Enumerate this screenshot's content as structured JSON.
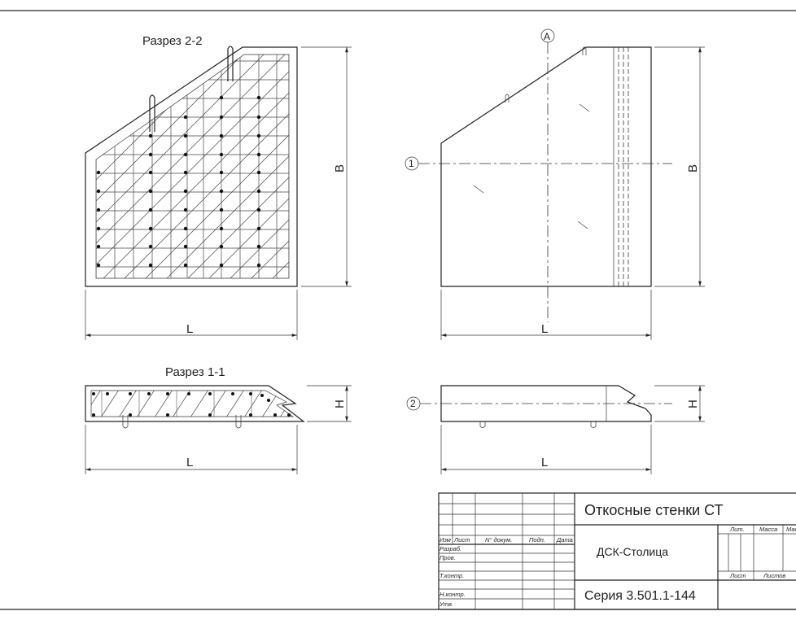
{
  "drawing": {
    "section_2_2_label": "Разрез 2-2",
    "section_1_1_label": "Разрез 1-1",
    "dimension_L": "L",
    "dimension_B": "B",
    "dimension_H": "H",
    "axis_A": "A",
    "axis_1": "1",
    "axis_2": "2"
  },
  "title_block": {
    "title": "Откосные стенки СТ",
    "organization": "ДСК-Столица",
    "series": "Серия 3.501.1-144",
    "col_izm": "Изм",
    "col_list": "Лист",
    "col_doc": "N° докум.",
    "col_sign": "Подп.",
    "col_date": "Дата",
    "row_razrab": "Разраб.",
    "row_prov": "Пров.",
    "row_tkontr": "Т.контр.",
    "row_nkontr": "Н.контр.",
    "row_utv": "Утв.",
    "lit": "Лит.",
    "mass": "Масса",
    "scale": "Масштаб",
    "sheet": "Лист",
    "sheets": "Листов"
  }
}
